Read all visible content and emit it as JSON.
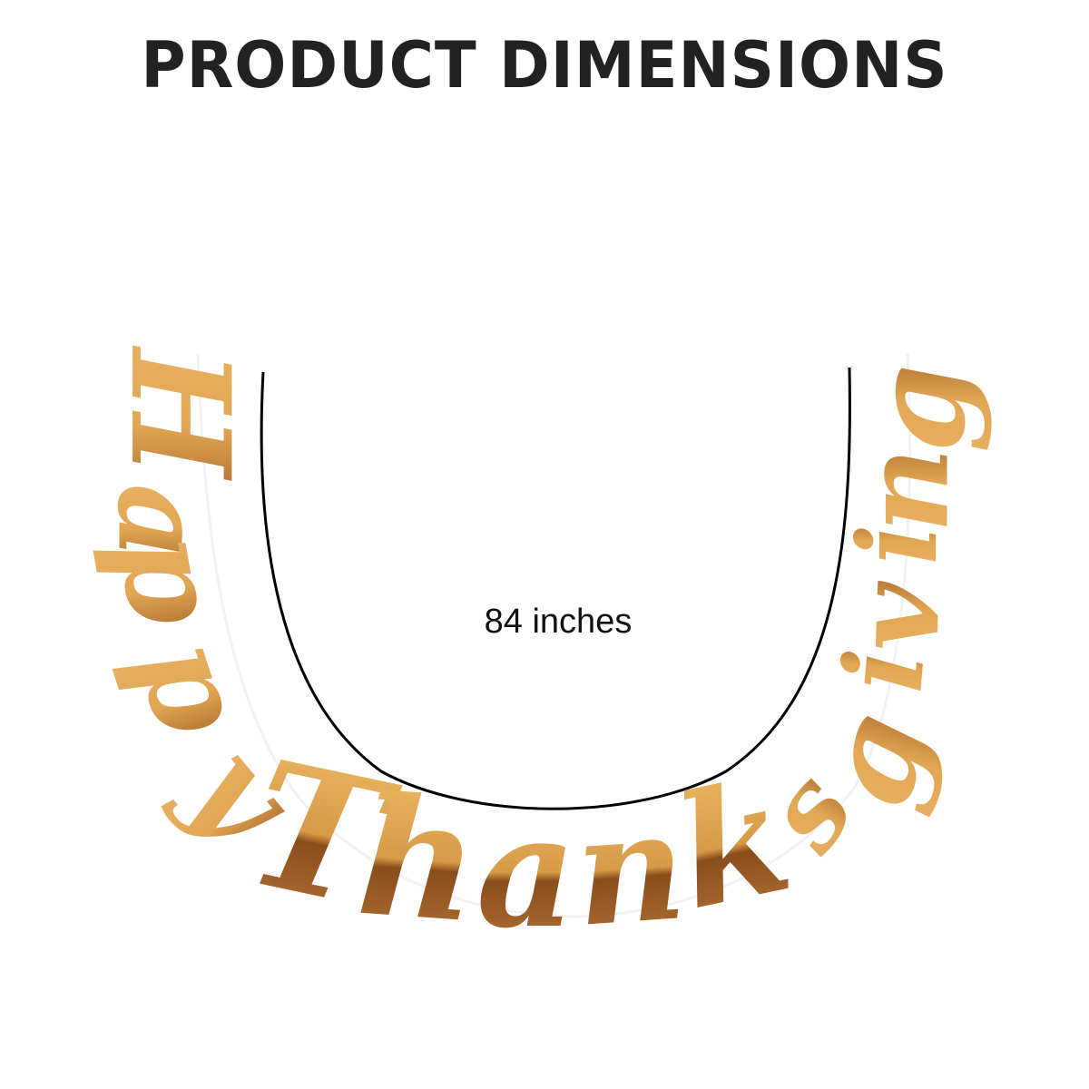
{
  "header": {
    "title": "PRODUCT DIMENSIONS"
  },
  "banner": {
    "text": "Happy Thanksgiving",
    "letters": [
      "H",
      "a",
      "p",
      "p",
      "y",
      "T",
      "h",
      "a",
      "n",
      "k",
      "s",
      "g",
      "i",
      "v",
      "i",
      "n",
      "g"
    ],
    "color_light": "#E8B25C",
    "color_mid": "#C98A3A",
    "color_dark": "#6B3A12",
    "string_color": "#FFFFFF"
  },
  "measurement": {
    "label": "84 inches",
    "line_color": "#000000"
  }
}
